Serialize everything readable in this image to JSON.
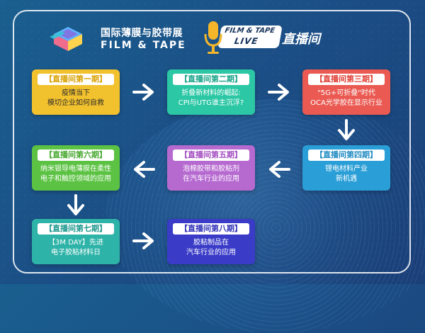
{
  "brand": {
    "name_cn": "国际薄膜与胶带展",
    "name_en": "FILM & TAPE",
    "live_badge_line1": "FILM & TAPE",
    "live_badge_line2": "LIVE",
    "live_title": "直播间"
  },
  "colors": {
    "frame": "#ffffff",
    "yellow": "#f2c12e",
    "green": "#2cc7a5",
    "red": "#ea5a52",
    "blue": "#2a9ed6",
    "purple": "#b66ad0",
    "light_green": "#5cc243",
    "teal": "#2db3a8",
    "indigo": "#3a3cc8"
  },
  "episodes": [
    {
      "label": "【直播间第一期】",
      "line1": "疫情当下",
      "line2": "模切企业如何自救"
    },
    {
      "label": "【直播间第二期】",
      "line1": "折叠新材料的崛起:",
      "line2": "CPI与UTG谁主沉浮?"
    },
    {
      "label": "【直播间第三期】",
      "line1": "\"5G+可折叠\"时代",
      "line2": "OCA光学胶在显示行业"
    },
    {
      "label": "【直播间第四期】",
      "line1": "锂电材料产业",
      "line2": "新机遇"
    },
    {
      "label": "【直播间第五期】",
      "line1": "泡棉胶带和胶粘剂",
      "line2": "在汽车行业的应用"
    },
    {
      "label": "【直播间第六期】",
      "line1": "纳米银导电薄膜在柔性",
      "line2": "电子和触控领域的应用"
    },
    {
      "label": "【直播间第七期】",
      "line1": "【3M DAY】先进",
      "line2": "电子胶粘材料日"
    },
    {
      "label": "【直播间第八期】",
      "line1": "胶粘制品在",
      "line2": "汽车行业的应用"
    }
  ],
  "icons": {
    "arrow": "arrow-right-icon",
    "logo": "film-tape-cube-icon",
    "mic": "microphone-icon"
  }
}
